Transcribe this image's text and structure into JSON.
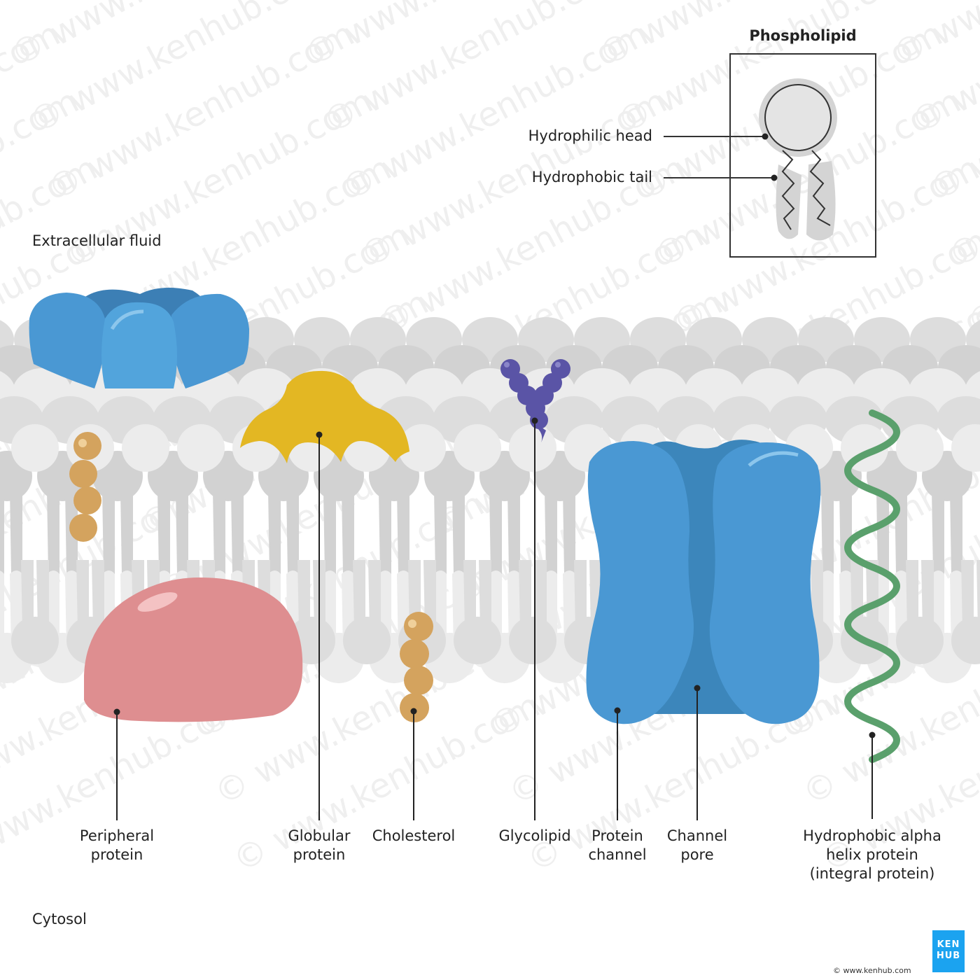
{
  "labels": {
    "phospholipid": "Phospholipid",
    "hydrophilic_head": "Hydrophilic head",
    "hydrophobic_tail": "Hydrophobic tail",
    "extracellular": "Extracellular fluid",
    "cytosol": "Cytosol",
    "peripheral": [
      "Peripheral",
      "protein"
    ],
    "globular": [
      "Globular",
      "protein"
    ],
    "cholesterol": "Cholesterol",
    "glycolipid": "Glycolipid",
    "protein_channel": [
      "Protein",
      "channel"
    ],
    "channel_pore": [
      "Channel",
      "pore"
    ],
    "alpha_helix": [
      "Hydrophobic alpha",
      "helix protein",
      "(integral protein)"
    ]
  },
  "watermark": "© www.kenhub.com",
  "logo": [
    "KEN",
    "HUB"
  ],
  "copyright": "© www.kenhub.com",
  "colors": {
    "lipid_light": "#ececec",
    "lipid_mid": "#dddddd",
    "lipid_dark": "#d2d2d2",
    "blue": "#4a98d3",
    "blue_dark": "#3c86bb",
    "yellow": "#e3b723",
    "purple": "#5a54a6",
    "pink": "#de8e90",
    "tan": "#d4a35e",
    "green": "#5aa06c"
  }
}
